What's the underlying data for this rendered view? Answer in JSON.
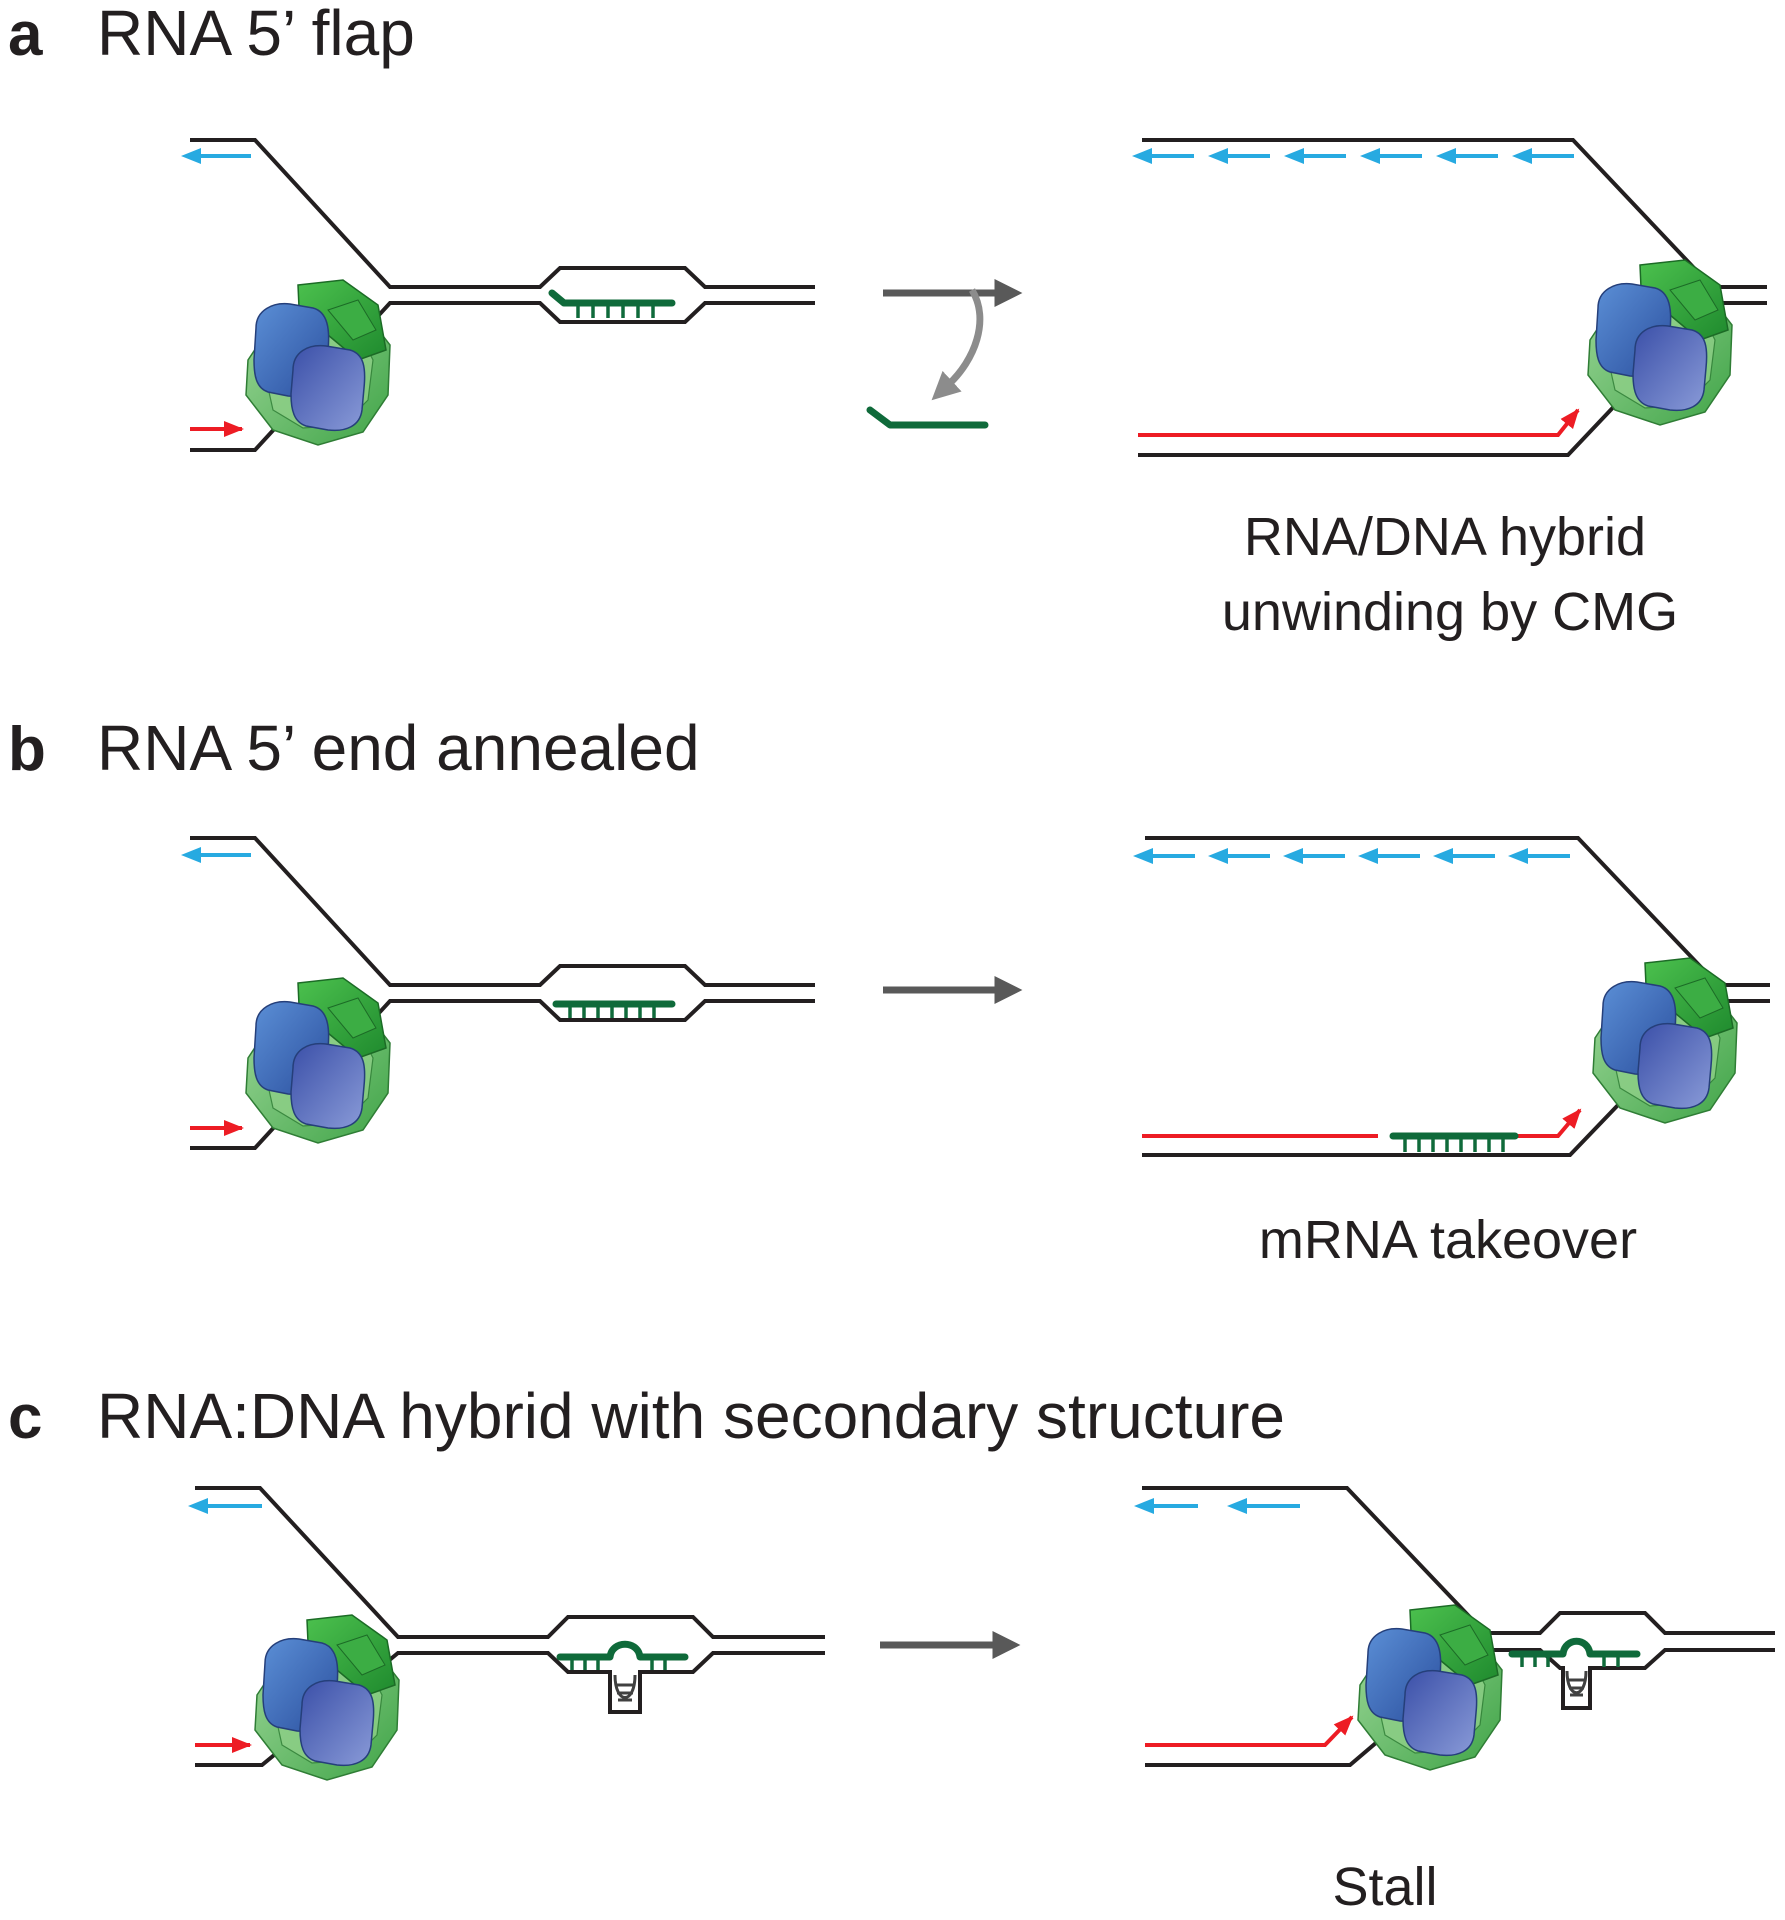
{
  "figure": {
    "panel_a": {
      "letter": "a",
      "title": "RNA 5’ flap",
      "caption_line1": "RNA/DNA hybrid",
      "caption_line2": "unwinding by CMG"
    },
    "panel_b": {
      "letter": "b",
      "title": "RNA 5’ end annealed",
      "caption": "mRNA takeover"
    },
    "panel_c": {
      "letter": "c",
      "title": "RNA:DNA hybrid with secondary structure",
      "caption": "Stall"
    }
  },
  "colors": {
    "dna": "#231f20",
    "rna": "#0f6a3a",
    "leading_strand": "#ed1c24",
    "lagging_strand": "#27aae1",
    "cmg_green": "#5dbb63",
    "cmg_blue": "#3b6fb6",
    "arrow": "#595959"
  },
  "icons": [
    "cmg-helicase-icon",
    "reaction-arrow-icon",
    "rna-release-arrow-icon"
  ]
}
